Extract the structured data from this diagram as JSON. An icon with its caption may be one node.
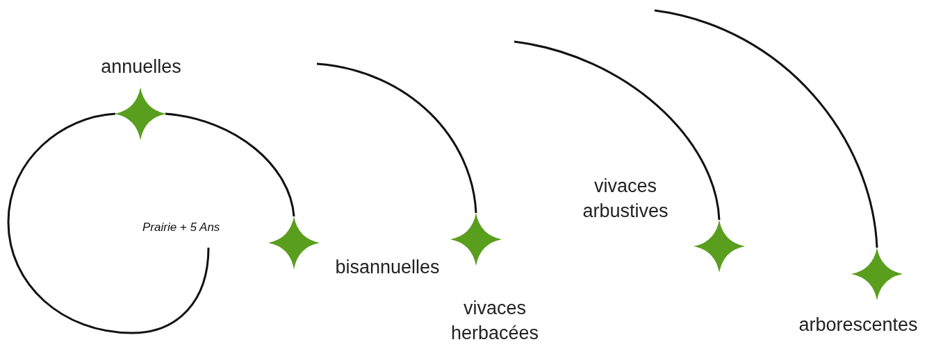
{
  "diagram": {
    "nodes": [
      {
        "text": [
          "annuelles"
        ]
      },
      {
        "text": [
          "bisannuelles"
        ]
      },
      {
        "text": [
          "vivaces herbacées"
        ]
      },
      {
        "text": [
          "vivaces arbustives"
        ]
      },
      {
        "text": [
          "arborescentes"
        ]
      }
    ],
    "edges": [
      {
        "from": null,
        "to": 0,
        "arrow": "none"
      },
      {
        "from": 0,
        "to": 1,
        "arrow": "none"
      },
      {
        "from": null,
        "to": 2,
        "arrow": "none"
      },
      {
        "from": null,
        "to": 3,
        "arrow": "none"
      },
      {
        "from": null,
        "to": 4,
        "arrow": "none"
      }
    ],
    "labels": [
      "Prairie + 5 Ans"
    ]
  }
}
